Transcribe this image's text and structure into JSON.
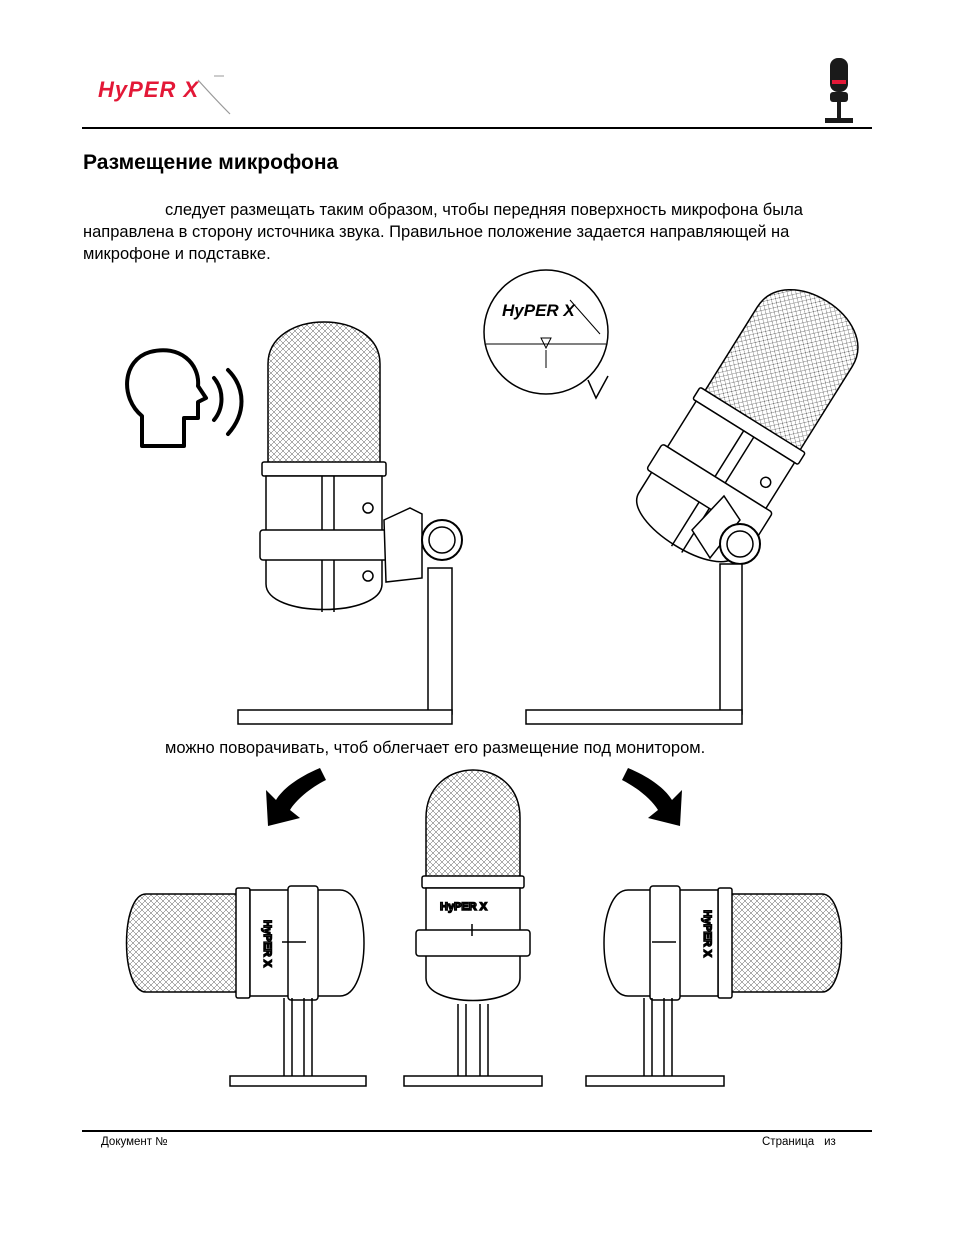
{
  "header": {
    "logo_text": "HyPER X",
    "logo_icon": "hyperx-logo",
    "product_icon": "microphone-icon"
  },
  "title": "Размещение микрофона",
  "intro": {
    "text": "следует размещать таким образом, чтобы передняя поверхность микрофона была направлена в сторону источника звука. Правильное положение задается направляющей на микрофоне и подставке."
  },
  "figure1": {
    "speaker_icon": "speaking-head-icon",
    "inset_logo_text": "HyPER X"
  },
  "caption": {
    "text": "можно поворачивать, чтоб облегчает его размещение под монитором."
  },
  "figure2": {
    "arrow_left_icon": "curved-arrow-left-icon",
    "arrow_right_icon": "curved-arrow-right-icon",
    "mic_logo_text": "HyPER X"
  },
  "footer": {
    "doc_label": "Документ №",
    "page_label": "Страница",
    "of_label": "из"
  },
  "colors": {
    "brand_red": "#e31837",
    "ink": "#000000"
  }
}
